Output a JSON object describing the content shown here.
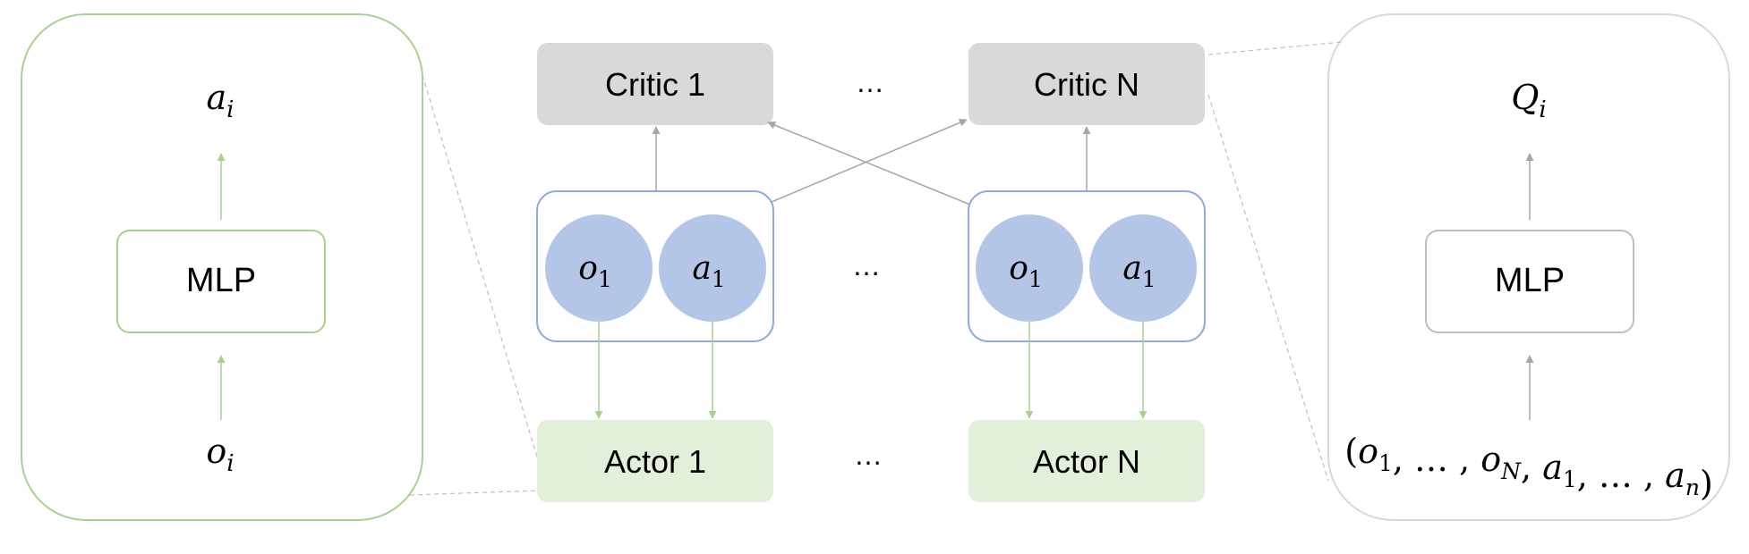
{
  "actor_detail": {
    "output": {
      "base": "a",
      "sub": "i"
    },
    "block": "MLP",
    "input": {
      "base": "o",
      "sub": "i"
    }
  },
  "critic_detail": {
    "output": {
      "base": "Q",
      "sub": "i"
    },
    "block": "MLP",
    "input_parts": [
      {
        "text": "(",
        "italic": false
      },
      {
        "base": "o",
        "sub": "1"
      },
      {
        "text": ", … , ",
        "italic": false
      },
      {
        "base": "o",
        "sub": "N"
      },
      {
        "text": ", ",
        "italic": false
      },
      {
        "base": "a",
        "sub": "1"
      },
      {
        "text": ", … , ",
        "italic": false
      },
      {
        "base": "a",
        "sub": "n"
      },
      {
        "text": ")",
        "italic": false
      }
    ]
  },
  "critics": [
    "Critic 1",
    "Critic N"
  ],
  "actors": [
    "Actor 1",
    "Actor N"
  ],
  "agent_nodes": [
    [
      {
        "base": "o",
        "sub": "1"
      },
      {
        "base": "a",
        "sub": "1"
      }
    ],
    [
      {
        "base": "o",
        "sub": "1"
      },
      {
        "base": "a",
        "sub": "1"
      }
    ]
  ],
  "ellipsis": "…",
  "colors": {
    "critic_fill": "#d9d9d9",
    "actor_fill": "#e2efd9",
    "node_fill": "#b4c6e7",
    "group_border": "#8faadc",
    "green_line": "#a9d18e",
    "gray_line": "#bfbfbf",
    "arrow_gray": "#a6a6a6"
  }
}
